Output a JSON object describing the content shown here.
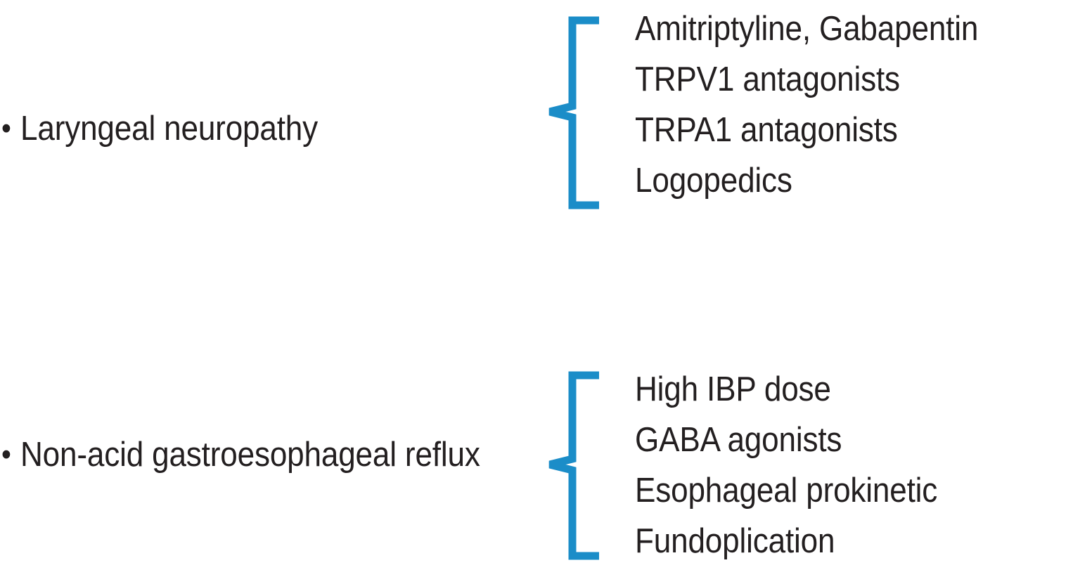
{
  "slide": {
    "background_color": "#ffffff",
    "text_color": "#231f20",
    "accent_color": "#1b8dc8",
    "bullet_glyph": "•"
  },
  "groups": [
    {
      "id": "laryngeal-neuropathy",
      "bullet": "•",
      "condition": "Laryngeal neuropathy",
      "brace": {
        "name": "blue-curly-brace",
        "color": "#1b8dc8",
        "direction": "left-curly"
      },
      "treatments": [
        "Amitriptyline, Gabapentin",
        "TRPV1 antagonists",
        "TRPA1 antagonists",
        "Logopedics"
      ]
    },
    {
      "id": "non-acid-reflux",
      "bullet": "•",
      "condition": "Non-acid gastroesophageal reflux",
      "brace": {
        "name": "blue-curly-brace",
        "color": "#1b8dc8",
        "direction": "left-curly"
      },
      "treatments": [
        "High IBP dose",
        "GABA agonists",
        "Esophageal prokinetic",
        "Fundoplication"
      ]
    }
  ]
}
